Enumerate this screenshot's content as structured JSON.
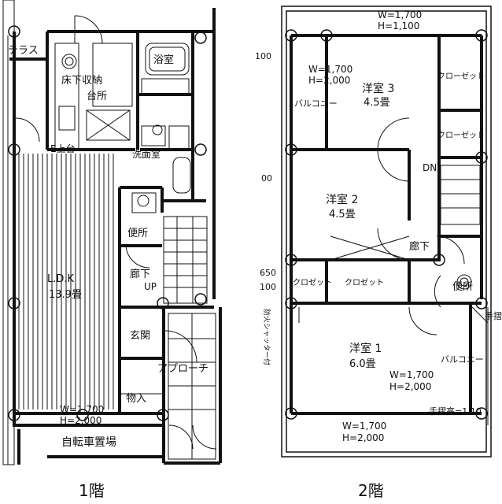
{
  "floor1": {
    "caption": "1階",
    "rooms": {
      "terrace": "テラス",
      "bath": "浴室",
      "storage": "床下収納",
      "kitchen": "台所",
      "dish": "E上台",
      "washroom": "洗面室",
      "ldk": "L.D.K",
      "ldk_size": "13.9畳",
      "toilet": "便所",
      "hall": "廊下",
      "up": "UP",
      "entrance": "玄関",
      "approach": "アプローチ",
      "storeroom": "物入",
      "bike": "自転車置場"
    },
    "window": {
      "w": "W=1,700",
      "h": "H=2,000"
    }
  },
  "floor2": {
    "caption": "2階",
    "rooms": {
      "r3": "洋室 3",
      "r3_size": "4.5畳",
      "r2": "洋室 2",
      "r2_size": "4.5畳",
      "r1": "洋室 1",
      "r1_size": "6.0畳",
      "closet_a": "クローゼット",
      "closet_b": "クローゼット",
      "closet_c": "クロゼット",
      "closet_d": "クロゼット",
      "dn": "DN",
      "hall": "廊下",
      "toilet": "便所",
      "balcony_a": "バルコニー",
      "balcony_b": "バルコニー",
      "handrail": "手摺",
      "handrail_h": "手摺高=1.10",
      "side_note": "防火シャッター付",
      "dim_100": "100",
      "dim_00": "00",
      "dim_650": "650",
      "dim_100b": "100"
    },
    "win_top": {
      "w": "W=1,700",
      "h": "H=1,100"
    },
    "win_r3": {
      "w": "W=1,700",
      "h": "H=2,000"
    },
    "win_r1": {
      "w": "W=1,700",
      "h": "H=2,000"
    },
    "win_bottom": {
      "w": "W=1,700",
      "h": "H=2,000"
    }
  }
}
